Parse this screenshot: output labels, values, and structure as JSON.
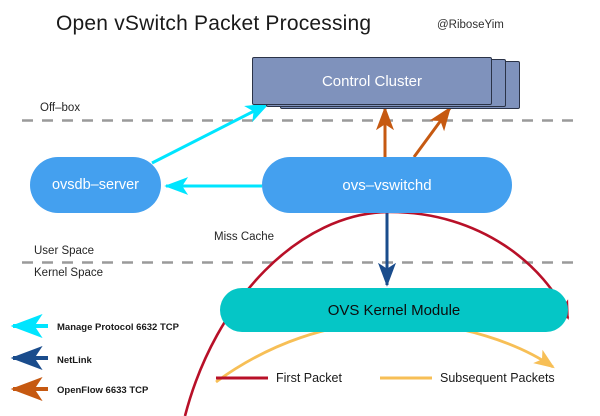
{
  "header": {
    "title": "Open vSwitch Packet Processing",
    "handle": "@RiboseYim"
  },
  "colors": {
    "background": "#ffffff",
    "node_blue": "#44a0ef",
    "node_teal": "#05c6c6",
    "cluster_slate": "#7f92bc",
    "cluster_border": "#2b3347",
    "cyan_arrow": "#00e5ff",
    "netlink_navy": "#1a4c8c",
    "openflow_orange": "#c65911",
    "first_packet_red": "#b81028",
    "subsequent_orange": "#f7bf56",
    "divider_gray": "#9a9a9a",
    "text_dark": "#1a1a1a",
    "text_light": "#ffffff"
  },
  "nodes": [
    {
      "id": "control-cluster",
      "label": "Control Cluster",
      "shape": "stacked-layers",
      "zone": "off-box"
    },
    {
      "id": "ovsdb-server",
      "label": "ovsdb–server",
      "shape": "pill",
      "zone": "user-space"
    },
    {
      "id": "ovs-vswitchd",
      "label": "ovs–vswitchd",
      "shape": "pill",
      "zone": "user-space"
    },
    {
      "id": "ovs-kernel-module",
      "label": "OVS Kernel Module",
      "shape": "pill",
      "zone": "kernel-space"
    }
  ],
  "zones": {
    "off_box": "Off–box",
    "user_space": "User Space",
    "kernel_space": "Kernel Space"
  },
  "annotations": {
    "miss_cache": "Miss Cache"
  },
  "legend": {
    "arrows": [
      {
        "label": "Manage Protocol 6632 TCP",
        "color": "#00e5ff"
      },
      {
        "label": "NetLink",
        "color": "#1a4c8c"
      },
      {
        "label": "OpenFlow 6633 TCP",
        "color": "#c65911"
      }
    ],
    "lines": [
      {
        "label": "First Packet",
        "color": "#b81028"
      },
      {
        "label": "Subsequent Packets",
        "color": "#f7bf56"
      }
    ]
  }
}
